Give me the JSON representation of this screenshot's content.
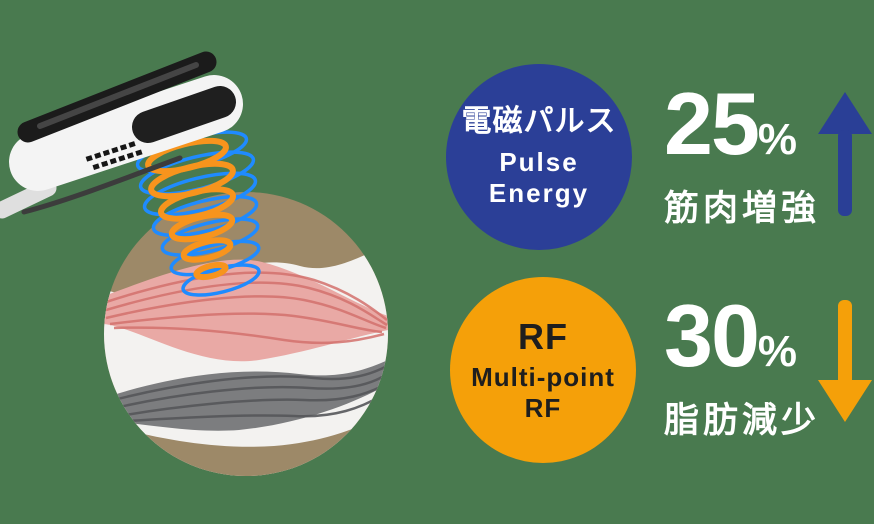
{
  "background_color": "#497a4f",
  "illustration": {
    "device": "body-sculpting handpiece applicator",
    "tissue": "skin, muscle and fat layer cross-section",
    "coil_blue_color": "#1f8bff",
    "coil_orange_color": "#f7941d",
    "tissue_tan_color": "#9d8968",
    "muscle_pink_color": "#e9a9a5",
    "fat_gray_color": "#7c7d7f"
  },
  "energies": [
    {
      "title": "電磁パルス",
      "subtitle_lines": [
        "Pulse",
        "Energy"
      ],
      "circle_color": "#2b3f97",
      "text_color": "#ffffff"
    },
    {
      "title": "RF",
      "subtitle_lines": [
        "Multi-point",
        "RF"
      ],
      "circle_color": "#f5a009",
      "text_color": "#1e1e1e"
    }
  ],
  "stats": [
    {
      "value": "25",
      "unit": "%",
      "label": "筋肉増強",
      "direction": "up",
      "arrow_color": "#2a3f96"
    },
    {
      "value": "30",
      "unit": "%",
      "label": "脂肪減少",
      "direction": "down",
      "arrow_color": "#f5a009"
    }
  ]
}
